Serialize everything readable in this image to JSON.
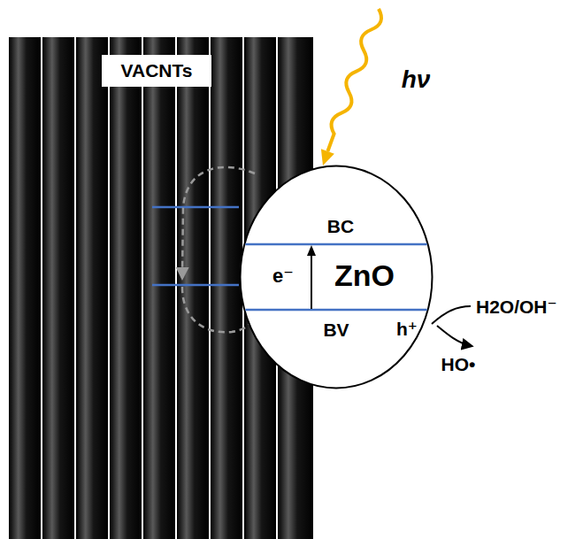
{
  "diagram": {
    "nodes": [
      {
        "text": [
          "VACNTs"
        ]
      },
      {
        "text": [
          "BC",
          "ZnO",
          "e⁻",
          "BV",
          "h⁺"
        ]
      }
    ],
    "labels": [
      "hν",
      "H2O/OH⁻",
      "HO•"
    ]
  }
}
